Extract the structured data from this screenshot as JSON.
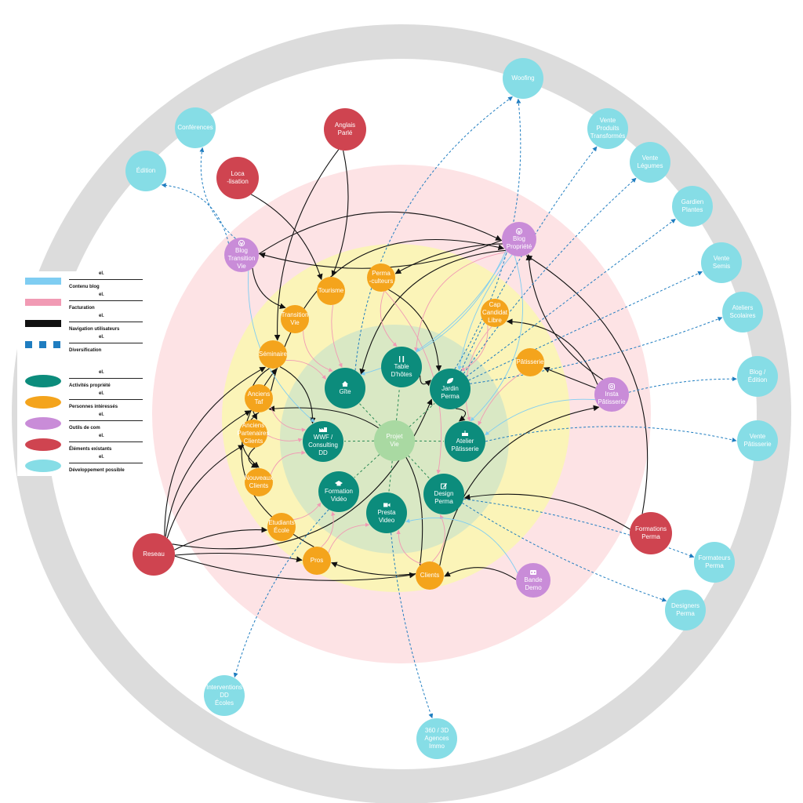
{
  "colors": {
    "outer_ring": "#dcdcdc",
    "pink_zone": "#fde3e5",
    "yellow_zone": "#fbf4b8",
    "green_zone": "#d9e8c4",
    "teal": "#0c8c7c",
    "orange": "#f4a41c",
    "purple": "#c98cd8",
    "red": "#cf4450",
    "cyan": "#86dde6",
    "center": "#a9d9a2",
    "blue_line": "#7fcdf2",
    "pink_line": "#f19ab4",
    "black_line": "#111111",
    "dashed_line": "#1f7dc0"
  },
  "legend": {
    "lines": [
      {
        "label": "Contenu blog",
        "el": "el.",
        "style": "blue"
      },
      {
        "label": "Facturation",
        "el": "el.",
        "style": "pink"
      },
      {
        "label": "Navigation utilisateurs",
        "el": "el.",
        "style": "black"
      },
      {
        "label": "Diversification",
        "el": "el.",
        "style": "dashed"
      }
    ],
    "nodes": [
      {
        "label": "Activités propriété",
        "el": "el.",
        "style": "teal"
      },
      {
        "label": "Personnes intéressés",
        "el": "el.",
        "style": "orange"
      },
      {
        "label": "Outils de com",
        "el": "el.",
        "style": "purple"
      },
      {
        "label": "Éléments existants",
        "el": "el.",
        "style": "red"
      },
      {
        "label": "Développement possible",
        "el": "el.",
        "style": "cyan"
      }
    ]
  },
  "nodes": {
    "center": {
      "lines": [
        "Projet",
        "Vie"
      ]
    },
    "gite": {
      "lines": [
        "Gîte"
      ],
      "icon": "house-icon"
    },
    "table": {
      "lines": [
        "Table",
        "D'hôtes"
      ],
      "icon": "fork-knife-icon"
    },
    "jardin": {
      "lines": [
        "Jardin",
        "Perma"
      ],
      "icon": "leaf-icon"
    },
    "wwf": {
      "lines": [
        "WWF /",
        "Consulting",
        "DD"
      ],
      "icon": "factory-icon"
    },
    "atelier": {
      "lines": [
        "Atelier",
        "Pâtisserie"
      ],
      "icon": "cake-icon"
    },
    "formation_video": {
      "lines": [
        "Formation",
        "Vidéo"
      ],
      "icon": "graduation-cap-icon"
    },
    "design": {
      "lines": [
        "Design",
        "Perma"
      ],
      "icon": "edit-icon"
    },
    "presta": {
      "lines": [
        "Presta",
        "Video"
      ],
      "icon": "video-camera-icon"
    },
    "tourisme": {
      "lines": [
        "Tourisme"
      ]
    },
    "permaculteurs": {
      "lines": [
        "Perma",
        "-culteurs"
      ]
    },
    "transition": {
      "lines": [
        "Transition",
        "Vie"
      ]
    },
    "cap": {
      "lines": [
        "Cap",
        "Candidat",
        "Libre"
      ]
    },
    "seminaire": {
      "lines": [
        "Séminaire"
      ]
    },
    "patisserie": {
      "lines": [
        "Pâtisserie"
      ]
    },
    "anciens_taf": {
      "lines": [
        "Anciens",
        "Taf"
      ]
    },
    "anciens_partenaires": {
      "lines": [
        "Anciens",
        "Partenaires",
        "Clients"
      ]
    },
    "nouveaux_clients": {
      "lines": [
        "Nouveaux",
        "Clients"
      ]
    },
    "etudiants": {
      "lines": [
        "Etudiants",
        "École"
      ]
    },
    "pros": {
      "lines": [
        "Pros"
      ]
    },
    "clients": {
      "lines": [
        "Clients"
      ]
    },
    "blog_transition": {
      "lines": [
        "Blog",
        "Transition",
        "Vie"
      ],
      "icon": "wordpress-icon"
    },
    "blog_propriete": {
      "lines": [
        "Blog",
        "Propriété"
      ],
      "icon": "wordpress-icon"
    },
    "insta": {
      "lines": [
        "Insta",
        "Pâtisserie"
      ],
      "icon": "instagram-icon"
    },
    "bande": {
      "lines": [
        "Bande",
        "Demo"
      ],
      "icon": "video-tape-icon"
    },
    "anglais": {
      "lines": [
        "Anglais",
        "Parlé"
      ]
    },
    "loca": {
      "lines": [
        "Loca",
        "-lisation"
      ]
    },
    "reseau": {
      "lines": [
        "Reseau"
      ]
    },
    "formations_perma": {
      "lines": [
        "Formations",
        "Perma"
      ]
    },
    "woofing": {
      "lines": [
        "Woofing"
      ]
    },
    "conferences": {
      "lines": [
        "Conférences"
      ]
    },
    "edition": {
      "lines": [
        "Édition"
      ]
    },
    "vente_produits": {
      "lines": [
        "Vente",
        "Produits",
        "Transformés"
      ]
    },
    "vente_legumes": {
      "lines": [
        "Vente",
        "Légumes"
      ]
    },
    "gardien": {
      "lines": [
        "Gardien",
        "Plantes"
      ]
    },
    "vente_semis": {
      "lines": [
        "Vente",
        "Semis"
      ]
    },
    "ateliers": {
      "lines": [
        "Ateliers",
        "Scolaires"
      ]
    },
    "blog_edition": {
      "lines": [
        "Blog /",
        "Édition"
      ]
    },
    "vente_patisserie": {
      "lines": [
        "Vente",
        "Pâtisserie"
      ]
    },
    "formateurs": {
      "lines": [
        "Formateurs",
        "Perma"
      ]
    },
    "designers": {
      "lines": [
        "Designers",
        "Perma"
      ]
    },
    "interventions": {
      "lines": [
        "Interventions",
        "DD",
        "Écoles"
      ]
    },
    "agences": {
      "lines": [
        "360 / 3D",
        "Agences",
        "Immo"
      ]
    }
  }
}
